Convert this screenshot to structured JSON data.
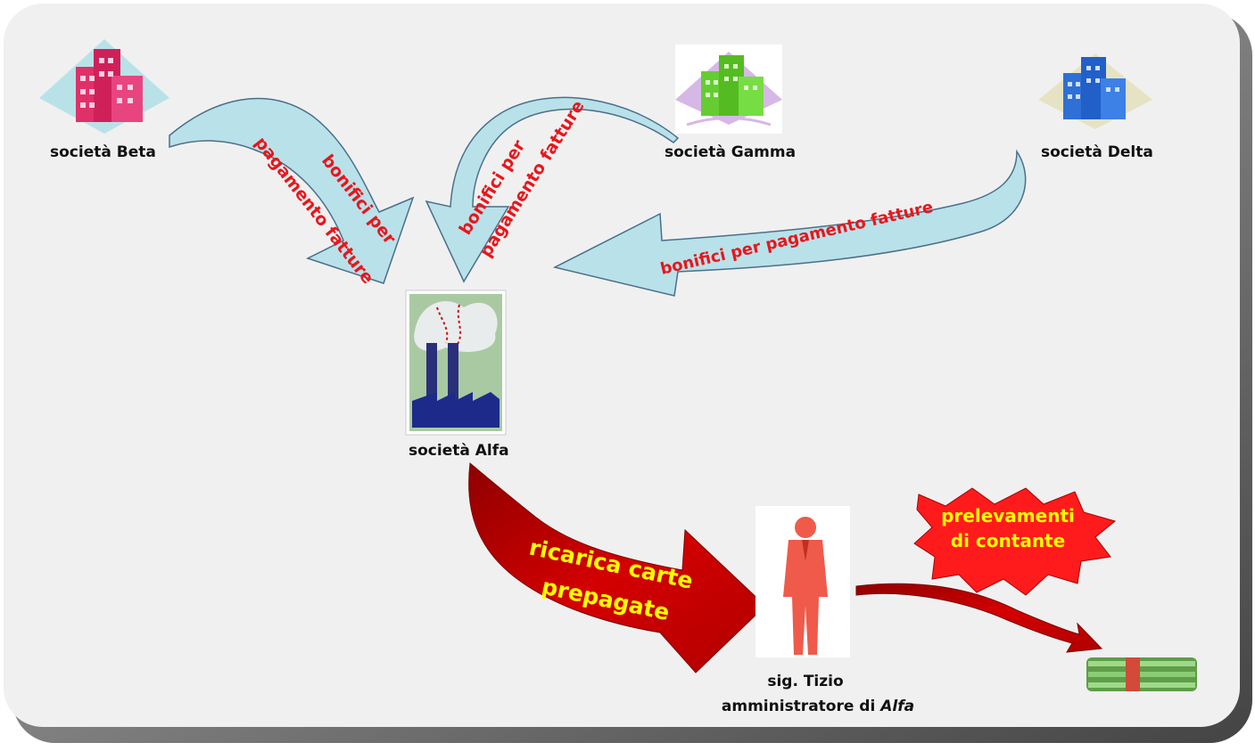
{
  "companies": {
    "beta": {
      "name": "società Beta",
      "color": "#e0306a"
    },
    "gamma": {
      "name": "società Gamma",
      "color": "#66cc33"
    },
    "delta": {
      "name": "società Delta",
      "color": "#2f6fd6"
    },
    "alfa": {
      "name": "società Alfa"
    }
  },
  "flows": {
    "beta_line1": "bonifici per",
    "beta_line2": "pagamento fatture",
    "gamma_line1": "bonifici per",
    "gamma_line2": "pagamento fatture",
    "delta": "bonifici per pagamento fatture",
    "ricarica_line1": "ricarica  carte",
    "ricarica_line2": "prepagate",
    "prelevamenti_line1": "prelevamenti",
    "prelevamenti_line2": "di contante"
  },
  "person": {
    "line1": "sig. Tizio",
    "line2_prefix": "amministratore di ",
    "line2_italic": "Alfa"
  },
  "colors": {
    "panel": "#f0f0f0",
    "shadow": "#555555",
    "blue_arrow": "#b9e1e9",
    "blue_arrow_stroke": "#4a6f8a",
    "red_arrow": "#c60000",
    "flow_text": "#e8161b",
    "yellow_text": "#ffff00",
    "person": "#f05a4a"
  },
  "icons": {
    "beta": "office-building-icon",
    "gamma": "office-building-icon",
    "delta": "office-building-icon",
    "alfa": "factory-icon",
    "person": "businessman-icon",
    "money": "cash-stack-icon"
  }
}
